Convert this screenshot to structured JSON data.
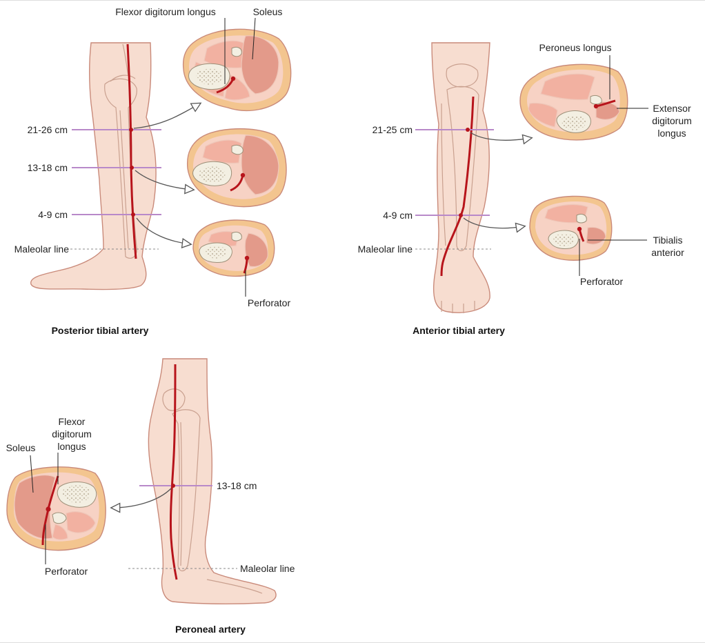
{
  "colors": {
    "skin": "#f7ddd0",
    "skin_outline": "#c98a7a",
    "fat_ring": "#f3c58f",
    "muscle": "#f2b1a1",
    "muscle_dark": "#e39a8a",
    "bone": "#f3efe2",
    "artery": "#b7141b",
    "level_line": "#b889c9",
    "maleolar_line": "#888888"
  },
  "posterior": {
    "caption": "Posterior tibial artery",
    "levels": [
      "21-26 cm",
      "13-18 cm",
      "4-9 cm"
    ],
    "maleolar": "Maleolar line",
    "labels": {
      "flexor": "Flexor digitorum longus",
      "soleus": "Soleus",
      "perforator": "Perforator"
    }
  },
  "anterior": {
    "caption": "Anterior tibial artery",
    "levels": [
      "21-25 cm",
      "4-9 cm"
    ],
    "maleolar": "Maleolar line",
    "labels": {
      "peroneus": "Peroneus longus",
      "extensor": [
        "Extensor",
        "digitorum",
        "longus"
      ],
      "tibialis": [
        "Tibialis",
        "anterior"
      ],
      "perforator": "Perforator"
    }
  },
  "peroneal": {
    "caption": "Peroneal artery",
    "level": "13-18 cm",
    "maleolar": "Maleolar line",
    "labels": {
      "flexor": [
        "Flexor",
        "digitorum",
        "longus"
      ],
      "soleus": "Soleus",
      "perforator": "Perforator"
    }
  }
}
